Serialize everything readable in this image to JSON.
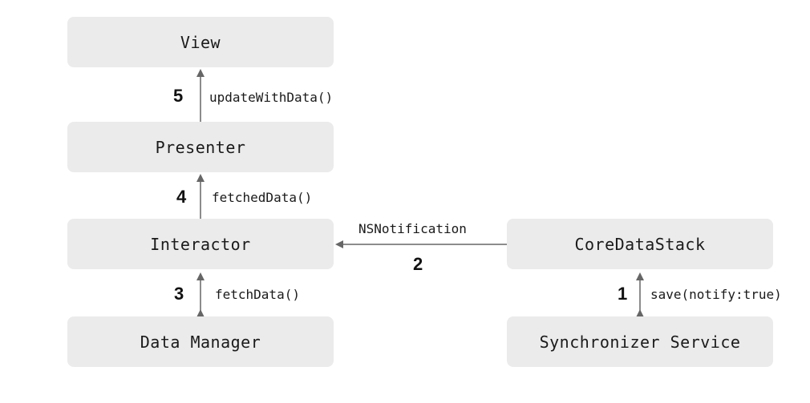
{
  "nodes": {
    "view": "View",
    "presenter": "Presenter",
    "interactor": "Interactor",
    "data_manager": "Data Manager",
    "core_data_stack": "CoreDataStack",
    "synchronizer_service": "Synchronizer Service"
  },
  "edges": [
    {
      "step": "5",
      "label": "updateWithData()"
    },
    {
      "step": "4",
      "label": "fetchedData()"
    },
    {
      "step": "3",
      "label": "fetchData()"
    },
    {
      "step": "2",
      "label": "NSNotification"
    },
    {
      "step": "1",
      "label": "save(notify:true)"
    }
  ],
  "colors": {
    "box_fill": "#ebebeb",
    "arrow": "#666666"
  }
}
